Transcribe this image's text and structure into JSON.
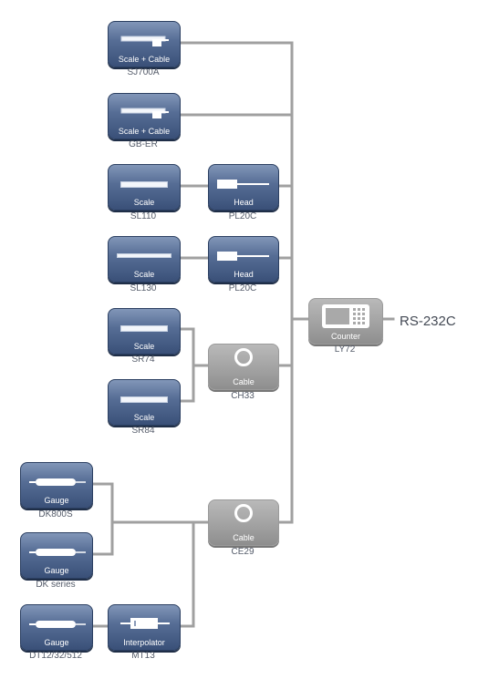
{
  "nodes": [
    {
      "id": "sj700a",
      "label": "Scale + Cable",
      "caption": "SJ700A"
    },
    {
      "id": "gb-er",
      "label": "Scale + Cable",
      "caption": "GB-ER"
    },
    {
      "id": "sl110",
      "label": "Scale",
      "caption": "SL110"
    },
    {
      "id": "pl20c-1",
      "label": "Head",
      "caption": "PL20C"
    },
    {
      "id": "sl130",
      "label": "Scale",
      "caption": "SL130"
    },
    {
      "id": "pl20c-2",
      "label": "Head",
      "caption": "PL20C"
    },
    {
      "id": "sr74",
      "label": "Scale",
      "caption": "SR74"
    },
    {
      "id": "sr84",
      "label": "Scale",
      "caption": "SR84"
    },
    {
      "id": "ch33",
      "label": "Cable",
      "caption": "CH33"
    },
    {
      "id": "dk800s",
      "label": "Gauge",
      "caption": "DK800S"
    },
    {
      "id": "dk-series",
      "label": "Gauge",
      "caption": "DK series"
    },
    {
      "id": "dt12",
      "label": "Gauge",
      "caption": "DT12/32/512"
    },
    {
      "id": "mt13",
      "label": "Interpolator",
      "caption": "MT13"
    },
    {
      "id": "ce29",
      "label": "Cable",
      "caption": "CE29"
    },
    {
      "id": "ly72",
      "label": "Counter",
      "caption": "LY72"
    }
  ],
  "output": "RS-232C",
  "colors": {
    "device": "#4b6289",
    "cable": "#a5a5a5",
    "wire": "#a0a0a0"
  }
}
